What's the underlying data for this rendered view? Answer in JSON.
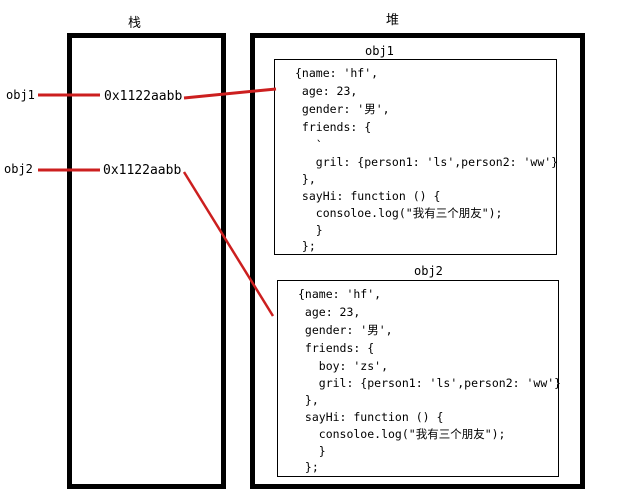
{
  "stack_title": "栈",
  "heap_title": "堆",
  "variables": [
    {
      "name": "obj1",
      "address": "0x1122aabb"
    },
    {
      "name": "obj2",
      "address": "0x1122aabb"
    }
  ],
  "heap_objects": [
    {
      "title": "obj1",
      "lines": [
        "{name: 'hf',",
        " age: 23,",
        " gender: '男',",
        " friends: {",
        "   `",
        "   gril: {person1: 'ls',person2: 'ww'}",
        " },",
        " sayHi: function () {",
        "   consoloe.log(\"我有三个朋友\");",
        "   }",
        " };"
      ]
    },
    {
      "title": "obj2",
      "lines": [
        "{name: 'hf',",
        " age: 23,",
        " gender: '男',",
        " friends: {",
        "   boy: 'zs',",
        "   gril: {person1: 'ls',person2: 'ww'}",
        " },",
        " sayHi: function () {",
        "   consoloe.log(\"我有三个朋友\");",
        "   }",
        " };"
      ]
    }
  ],
  "colors": {
    "pointer": "#cc1f1f",
    "border": "#000000"
  }
}
